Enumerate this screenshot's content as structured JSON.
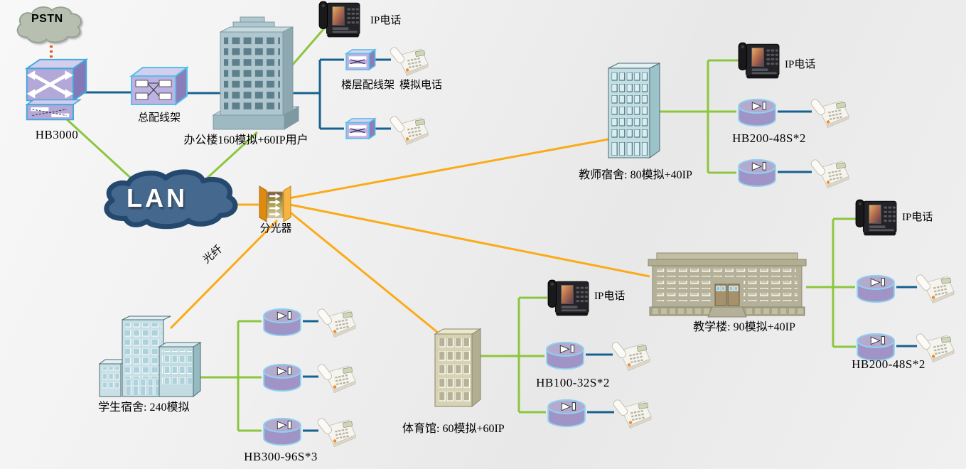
{
  "colors": {
    "line_blue": "#16618f",
    "line_green": "#8cc63e",
    "line_orange": "#fbab18",
    "pstn_link": "#e2561c",
    "device_purple": "#b3a8d8",
    "device_border": "#3fa9dc",
    "gateway_purple": "#a89cce",
    "lan_cloud_fill": "#44688e",
    "lan_cloud_border": "#24486e",
    "pstn_cloud_fill": "#b7c0b0",
    "splitter_orange": "#f09c1e"
  },
  "nodes": {
    "pstn": {
      "label": "PSTN"
    },
    "hb3000": {
      "label": "HB3000"
    },
    "mdf": {
      "label": "总配线架"
    },
    "office": {
      "label": "办公楼160模拟+60IP用户"
    },
    "office_ip_phone": {
      "label": "IP电话"
    },
    "floor_frame": {
      "label": "楼层配线架"
    },
    "analog_phone": {
      "label": "模拟电话"
    },
    "lan": {
      "label": "LAN"
    },
    "splitter": {
      "label": "分光器"
    },
    "fiber": {
      "label": "光纤"
    },
    "teacher_dorm": {
      "label": "教师宿舍: 80模拟+40IP"
    },
    "teacher_ip_phone": {
      "label": "IP电话"
    },
    "teacher_gateways": {
      "label": "HB200-48S*2"
    },
    "teaching_building": {
      "label": "教学楼: 90模拟+40IP"
    },
    "teaching_ip_phone": {
      "label": "IP电话"
    },
    "teaching_gateways": {
      "label": "HB200-48S*2"
    },
    "student_dorm": {
      "label": "学生宿舍: 240模拟"
    },
    "student_gateways": {
      "label": "HB300-96S*3"
    },
    "gym": {
      "label": "体育馆: 60模拟+60IP"
    },
    "gym_ip_phone": {
      "label": "IP电话"
    },
    "gym_gateways": {
      "label": "HB100-32S*2"
    }
  }
}
